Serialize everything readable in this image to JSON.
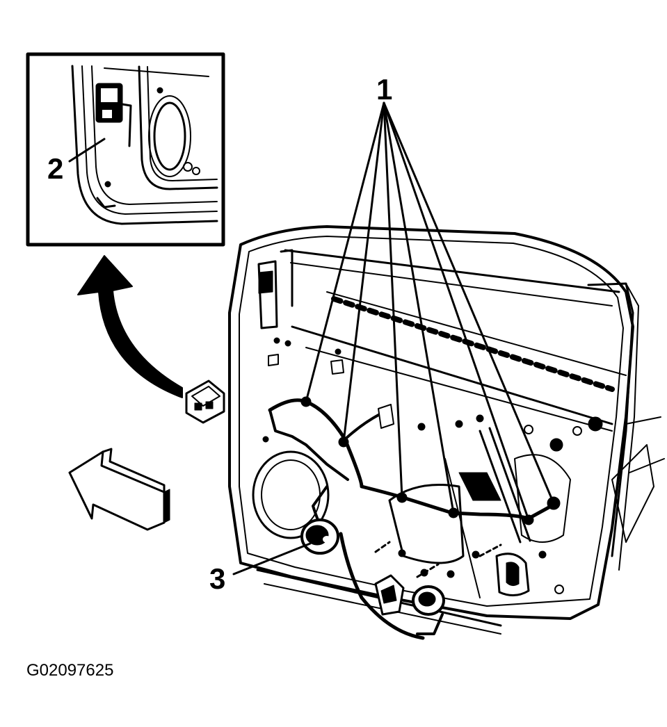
{
  "callouts": {
    "one": "1",
    "two": "2",
    "three": "3"
  },
  "figure_id": "G02097625",
  "colors": {
    "ink": "#000000",
    "paper": "#ffffff"
  }
}
